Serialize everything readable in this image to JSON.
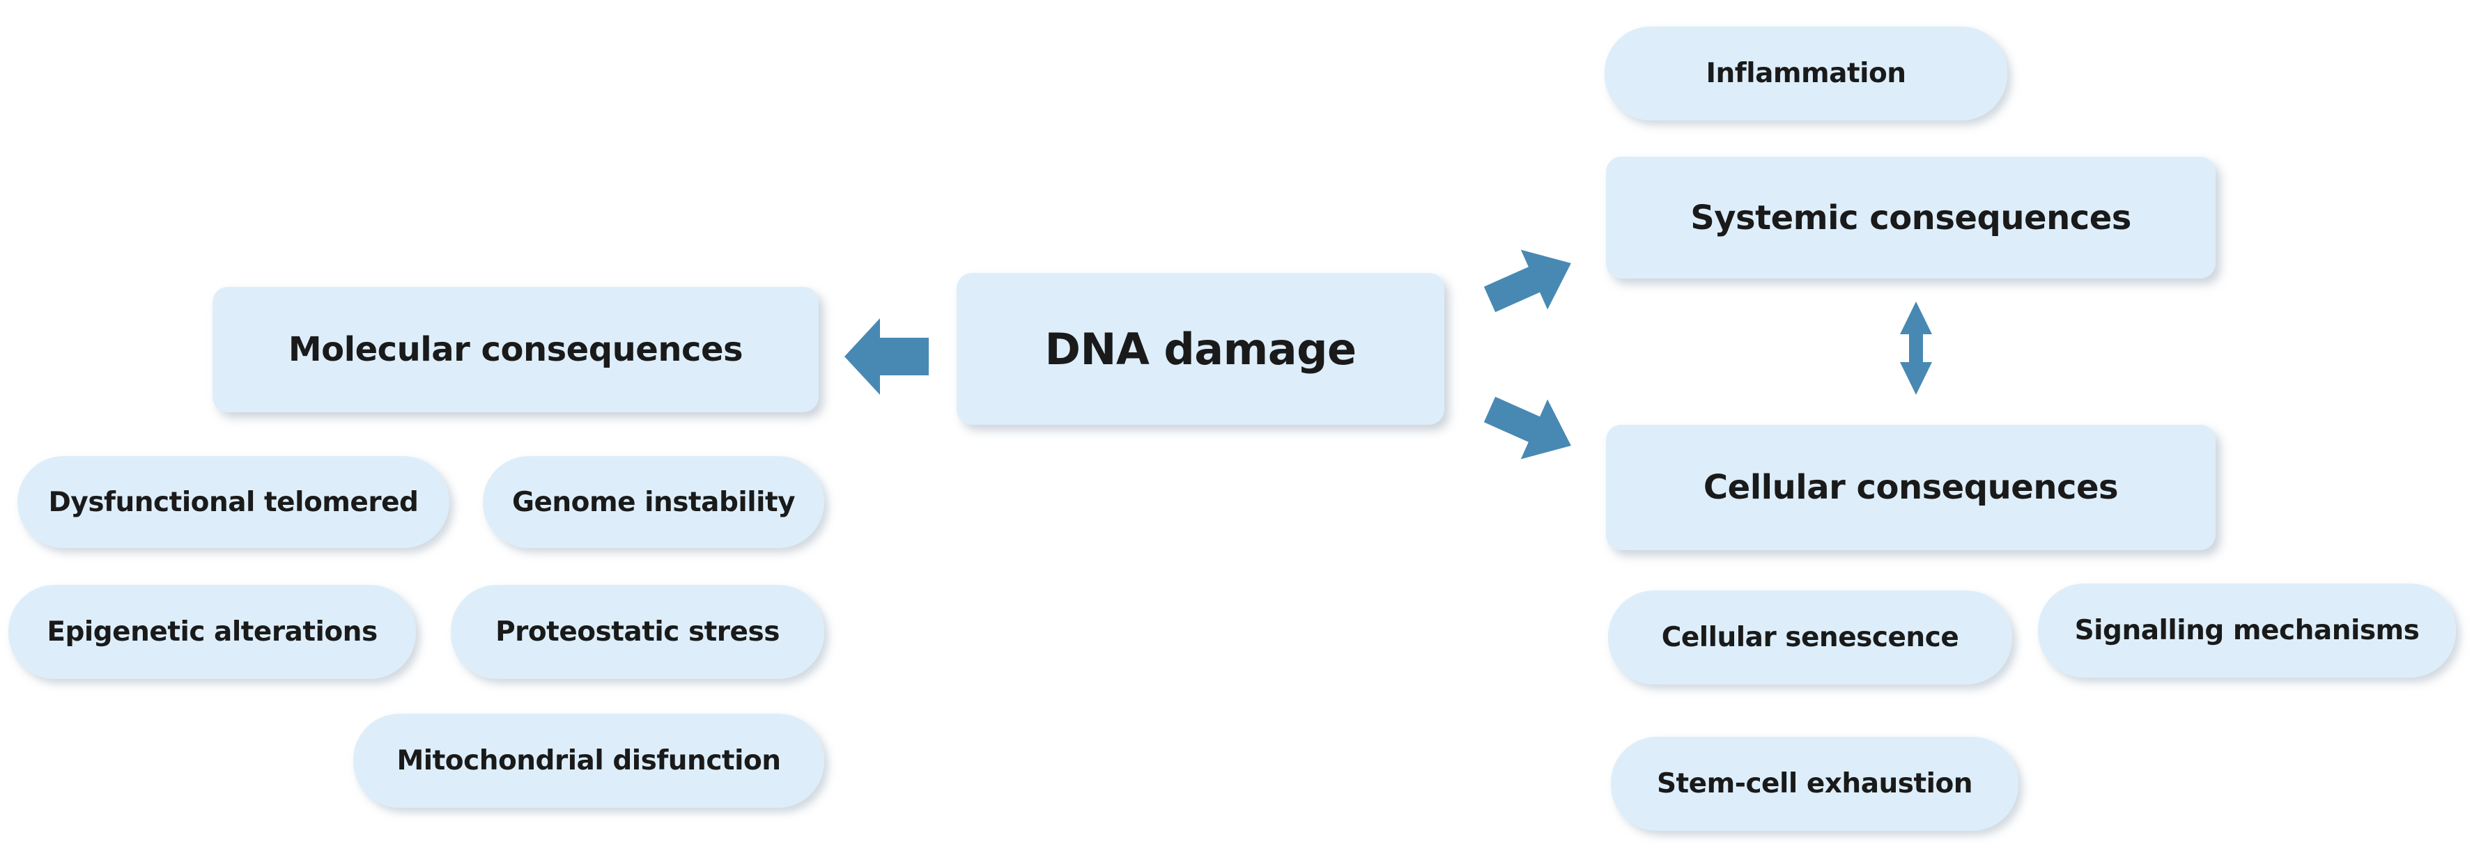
{
  "colors": {
    "node_fill": "#ddeefa",
    "arrow": "#4889b3",
    "text": "#1a1a1a"
  },
  "center": {
    "label": "DNA damage"
  },
  "molecular": {
    "label": "Molecular consequences",
    "items": [
      "Dysfunctional telomered",
      "Genome instability",
      "Epigenetic alterations",
      "Proteostatic stress",
      "Mitochondrial disfunction"
    ]
  },
  "systemic": {
    "label": "Systemic consequences",
    "items": [
      "Inflammation"
    ]
  },
  "cellular": {
    "label": "Cellular consequences",
    "items": [
      "Cellular senescence",
      "Signalling mechanisms",
      "Stem-cell exhaustion"
    ]
  }
}
